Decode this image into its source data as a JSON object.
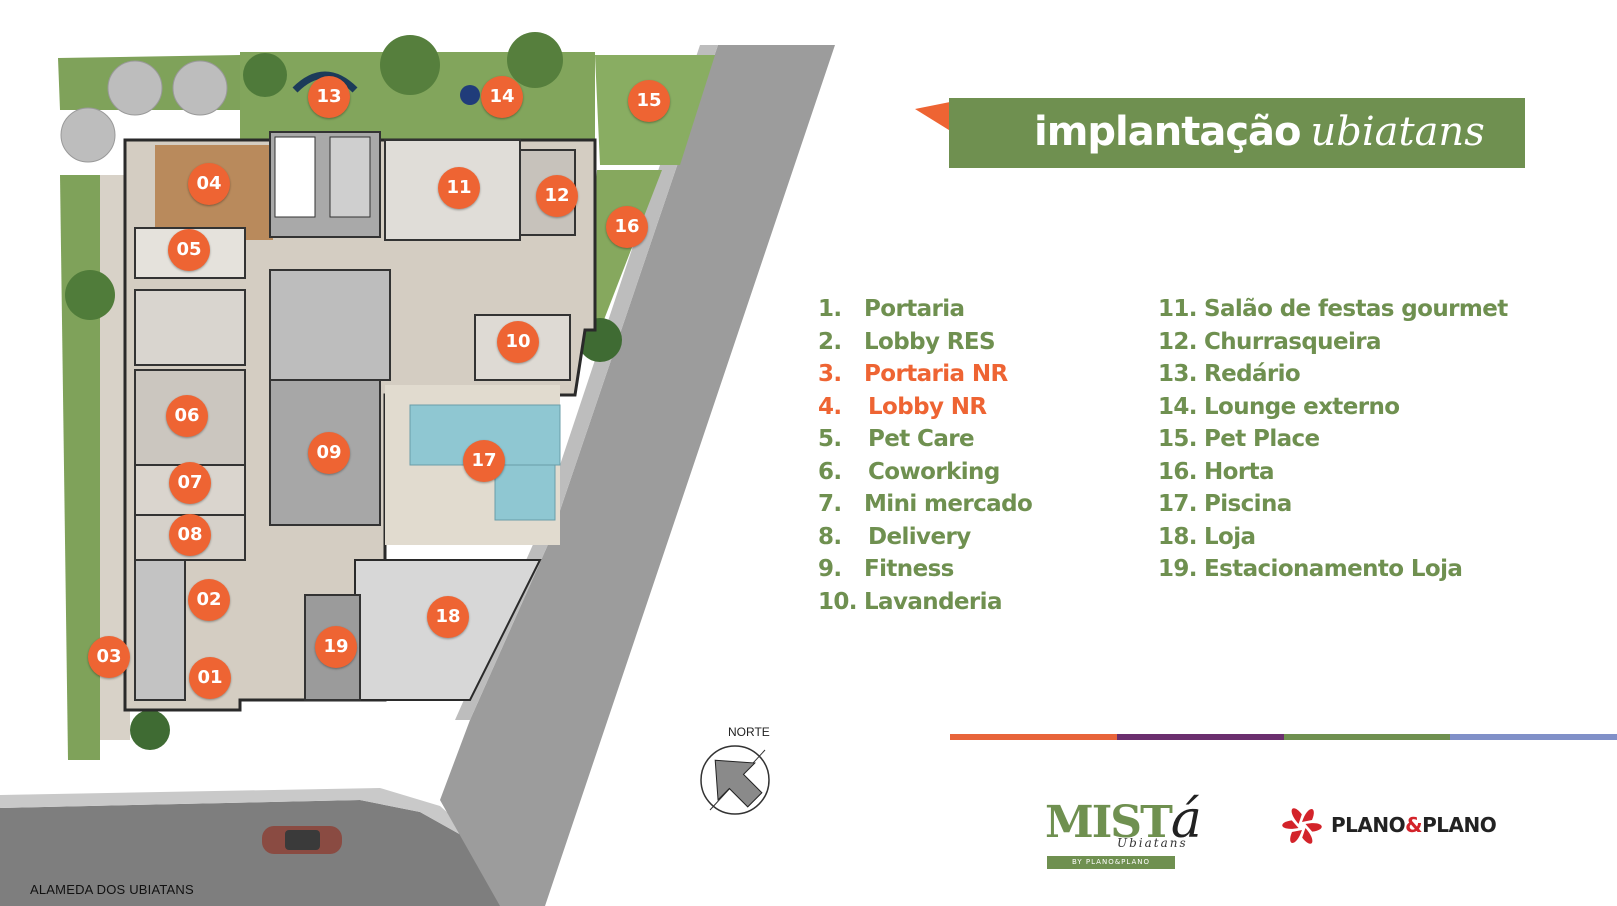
{
  "title": {
    "main": "implantação",
    "sub": "ubiatans"
  },
  "street_label": "ALAMEDA DOS UBIATANS",
  "north_label": "NORTE",
  "legend": {
    "column1": [
      {
        "num": "1.",
        "label": "Portaria",
        "highlight": false
      },
      {
        "num": "2.",
        "label": "Lobby RES",
        "highlight": false
      },
      {
        "num": "3.",
        "label": "Portaria NR",
        "highlight": true
      },
      {
        "num": "4.",
        "label": "Lobby NR",
        "highlight": true
      },
      {
        "num": "5.",
        "label": "Pet Care",
        "highlight": false
      },
      {
        "num": "6.",
        "label": "Coworking",
        "highlight": false
      },
      {
        "num": "7.",
        "label": "Mini mercado",
        "highlight": false
      },
      {
        "num": "8.",
        "label": "Delivery",
        "highlight": false
      },
      {
        "num": "9.",
        "label": "Fitness",
        "highlight": false
      },
      {
        "num": "10.",
        "label": "Lavanderia",
        "highlight": false
      }
    ],
    "column2": [
      {
        "num": "11.",
        "label": "Salão de festas gourmet",
        "highlight": false
      },
      {
        "num": "12.",
        "label": "Churrasqueira",
        "highlight": false
      },
      {
        "num": "13.",
        "label": "Redário",
        "highlight": false
      },
      {
        "num": "14.",
        "label": "Lounge externo",
        "highlight": false
      },
      {
        "num": "15.",
        "label": "Pet Place",
        "highlight": false
      },
      {
        "num": "16.",
        "label": "Horta",
        "highlight": false
      },
      {
        "num": "17.",
        "label": "Piscina",
        "highlight": false
      },
      {
        "num": "18.",
        "label": "Loja",
        "highlight": false
      },
      {
        "num": "19.",
        "label": "Estacionamento Loja",
        "highlight": false
      }
    ]
  },
  "markers": [
    "01",
    "02",
    "03",
    "04",
    "05",
    "06",
    "07",
    "08",
    "09",
    "10",
    "11",
    "12",
    "13",
    "14",
    "15",
    "16",
    "17",
    "18",
    "19"
  ],
  "logos": {
    "mista": {
      "word": "MIST",
      "accent": "á",
      "subtitle": "Ubiatans",
      "badge": "BY PLANO&PLANO"
    },
    "plano": {
      "left": "PLANO",
      "amp": "&",
      "right": "PLANO"
    }
  },
  "colors": {
    "brand_green": "#6f9050",
    "accent_orange": "#ee6433",
    "stripe": [
      "#e8643a",
      "#6b2f6e",
      "#6f9050",
      "#8090c8"
    ],
    "plano_red": "#d3232a"
  }
}
